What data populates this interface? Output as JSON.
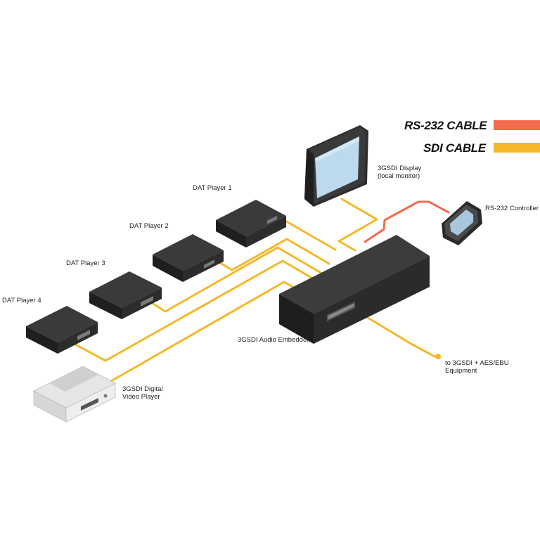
{
  "legend": {
    "rs232_label": "RS-232 CABLE",
    "sdi_label": "SDI CABLE",
    "rs232_color": "#f26b4a",
    "sdi_color": "#f5b82a"
  },
  "devices": {
    "display_label_line1": "3GSDI  Display",
    "display_label_line2": "(local monitor)",
    "controller_label": "RS-232 Controller",
    "dat1_label": "DAT Player 1",
    "dat2_label": "DAT Player 2",
    "dat3_label": "DAT Player 3",
    "dat4_label": "DAT Player 4",
    "embedder_label": "3GSDI Audio Embedder",
    "video_player_label_line1": "3GSDI Digital",
    "video_player_label_line2": "Video Player",
    "output_label_line1": "to 3GSDI + AES/EBU",
    "output_label_line2": "Equipment"
  },
  "colors": {
    "device_dark": "#2a2a2a",
    "device_top": "#3a3a3a",
    "screen": "#bcd9ee"
  }
}
